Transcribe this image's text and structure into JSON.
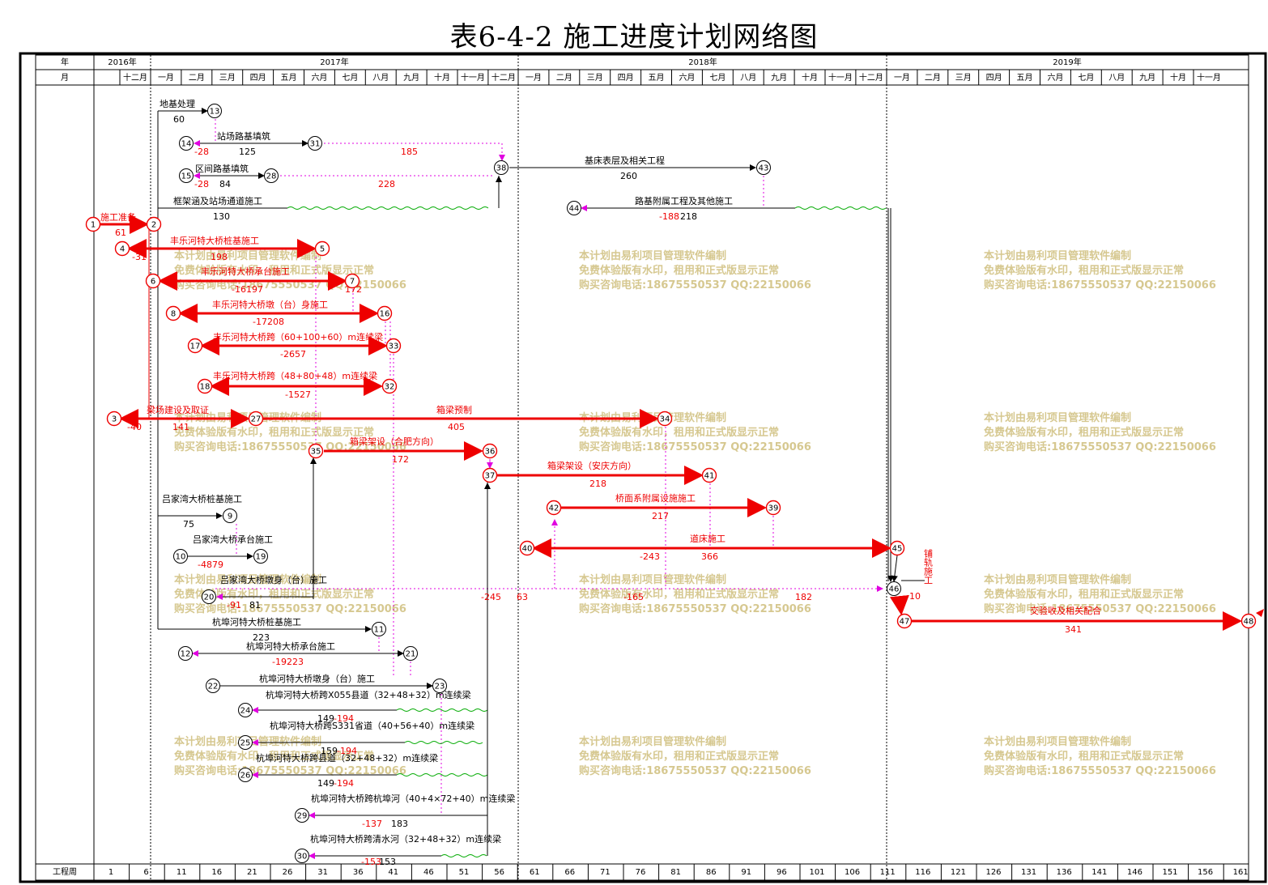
{
  "title": "表6-4-2   施工进度计划网络图",
  "header": {
    "year_label": "年",
    "month_label": "月",
    "week_label": "工程周",
    "years": [
      "2016年",
      "2017年",
      "2018年",
      "2019年"
    ],
    "months_2016": [
      "十二月"
    ],
    "months_full": [
      "一月",
      "二月",
      "三月",
      "四月",
      "五月",
      "六月",
      "七月",
      "八月",
      "九月",
      "十月",
      "十一月",
      "十二月"
    ],
    "months_2019": [
      "一月",
      "二月",
      "三月",
      "四月",
      "五月",
      "六月",
      "七月",
      "八月",
      "九月",
      "十月",
      "十一月"
    ],
    "weeks": [
      "1",
      "6",
      "11",
      "16",
      "21",
      "26",
      "31",
      "36",
      "41",
      "46",
      "51",
      "56",
      "61",
      "66",
      "71",
      "76",
      "81",
      "86",
      "91",
      "96",
      "101",
      "106",
      "111",
      "116",
      "121",
      "126",
      "131",
      "136",
      "141",
      "146",
      "151",
      "156",
      "161"
    ]
  },
  "watermark": {
    "line1": "本计划由易利项目管理软件编制",
    "line2": "免费体验版有水印，租用和正式版显示正常",
    "line3": "购买咨询电话:18675550537 QQ:22150066"
  },
  "colors": {
    "critical": "#ee0000",
    "normal": "#000000",
    "dummy": "#e000e0",
    "float": "#00aa00",
    "watermark": "#d6c890"
  },
  "nodes": [
    "1",
    "2",
    "3",
    "4",
    "5",
    "6",
    "7",
    "8",
    "9",
    "10",
    "11",
    "12",
    "13",
    "14",
    "15",
    "16",
    "17",
    "18",
    "19",
    "20",
    "21",
    "22",
    "23",
    "24",
    "25",
    "26",
    "27",
    "28",
    "29",
    "30",
    "31",
    "32",
    "33",
    "34",
    "35",
    "36",
    "37",
    "38",
    "39",
    "40",
    "41",
    "42",
    "43",
    "44",
    "45",
    "46",
    "47",
    "48"
  ],
  "activities": [
    {
      "label": "施工准备",
      "dur": "61",
      "critical": true
    },
    {
      "label": "地基处理",
      "dur": "60",
      "critical": false
    },
    {
      "label": "站场路基填筑",
      "dur": "125",
      "extra": "-28",
      "critical": false
    },
    {
      "label": "区间路基填筑",
      "dur": "84",
      "extra": "-28",
      "critical": false
    },
    {
      "label": "框架涵及站场通道施工",
      "dur": "130",
      "critical": false
    },
    {
      "label": "基床表层及相关工程",
      "dur": "260",
      "critical": false
    },
    {
      "label": "路基附属工程及其他施工",
      "dur": "218",
      "extra": "-188",
      "critical": false
    },
    {
      "label": "丰乐河特大桥桩基施工",
      "dur": "198",
      "extra": "-31",
      "critical": true
    },
    {
      "label": "丰乐河特大桥承台施工",
      "dur": "-16197",
      "extra": "172",
      "critical": true
    },
    {
      "label": "丰乐河特大桥墩（台）身施工",
      "dur": "-17208",
      "critical": true
    },
    {
      "label": "丰乐河特大桥跨（60+100+60）m连续梁",
      "dur": "-2657",
      "critical": true
    },
    {
      "label": "丰乐河特大桥跨（48+80+48）m连续梁",
      "dur": "-1527",
      "critical": true
    },
    {
      "label": "梁场建设及取证",
      "dur": "141",
      "extra": "-40",
      "critical": true
    },
    {
      "label": "箱梁预制",
      "dur": "405",
      "critical": true
    },
    {
      "label": "箱梁架设（合肥方向）",
      "dur": "172",
      "critical": true
    },
    {
      "label": "箱梁架设（安庆方向）",
      "dur": "218",
      "critical": true
    },
    {
      "label": "桥面系附属设施施工",
      "dur": "217",
      "critical": true
    },
    {
      "label": "道床施工",
      "dur": "366",
      "extra": "-243",
      "critical": true
    },
    {
      "label": "铺轨施工",
      "dur": "10",
      "critical": true
    },
    {
      "label": "交验收及相关配合",
      "dur": "341",
      "critical": true
    },
    {
      "label": "吕家湾大桥桩基施工",
      "dur": "75",
      "critical": false
    },
    {
      "label": "吕家湾大桥承台施工",
      "dur": "-4879",
      "critical": false
    },
    {
      "label": "吕家湾大桥墩身（台）施工",
      "dur": "81",
      "extra": "-91",
      "critical": false
    },
    {
      "label": "杭埠河特大桥桩基施工",
      "dur": "223",
      "critical": false
    },
    {
      "label": "杭埠河特大桥承台施工",
      "dur": "-19223",
      "critical": false
    },
    {
      "label": "杭埠河特大桥墩身（台）施工",
      "dur": "",
      "critical": false
    },
    {
      "label": "杭埠河特大桥跨X055县道（32+48+32）m连续梁",
      "dur": "149",
      "extra": "-194",
      "critical": false
    },
    {
      "label": "杭埠河特大桥跨S331省道（40+56+40）m连续梁",
      "dur": "159",
      "extra": "-194",
      "critical": false
    },
    {
      "label": "杭埠河特大桥跨县道（32+48+32）m连续梁",
      "dur": "149",
      "extra": "-194",
      "critical": false
    },
    {
      "label": "杭埠河特大桥跨杭埠河（40+4×72+40）m连续梁",
      "dur": "183",
      "extra": "-137",
      "critical": false
    },
    {
      "label": "杭埠河特大桥跨清水河（32+48+32）m连续梁",
      "dur": "153",
      "extra": "-153",
      "critical": false
    }
  ],
  "float_values": [
    "185",
    "228",
    "-245",
    "63",
    "-165",
    "182"
  ]
}
